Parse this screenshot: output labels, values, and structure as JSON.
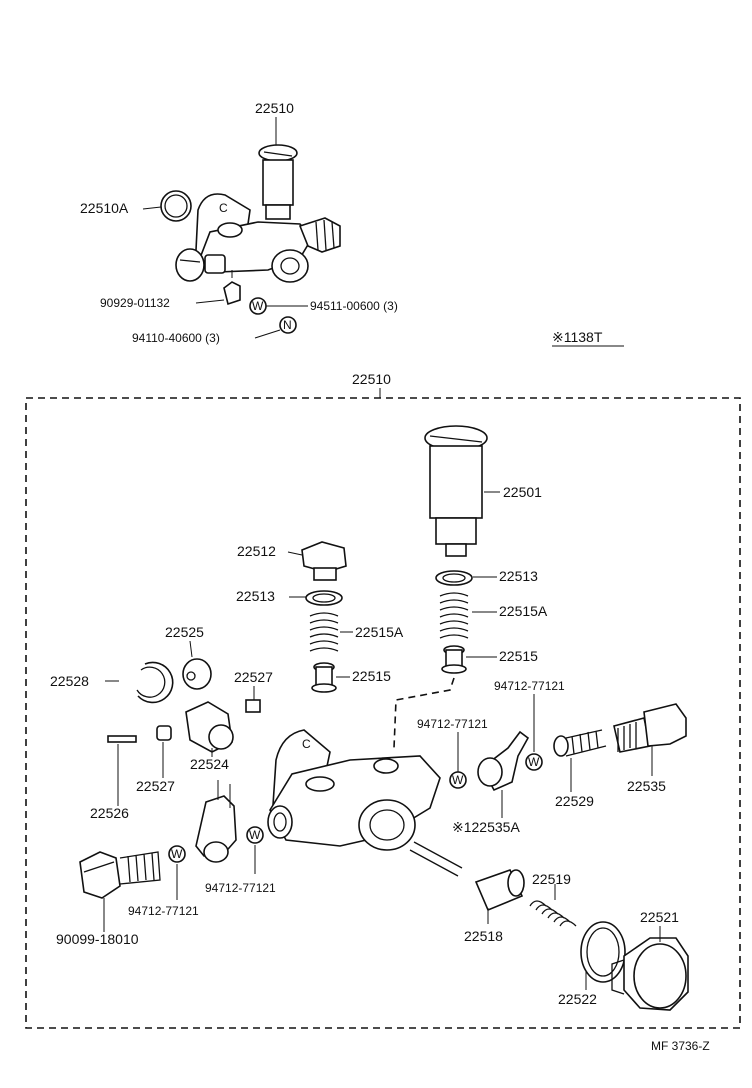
{
  "labels": {
    "top_assembly": "22510",
    "o_ring_top": "22510A",
    "clip_top": "90929-01132",
    "washer_top": "94511-00600 (3)",
    "nut_top": "94110-40600 (3)",
    "note_top": "※1138T",
    "box_title": "22510",
    "priming_pump": "22501",
    "plug": "22512",
    "gasket_left": "22513",
    "gasket_right": "22513",
    "spring_left": "22515A",
    "spring_right": "22515A",
    "valve_left": "22515",
    "valve_right": "22515",
    "roller": "22525",
    "snap_ring": "22528",
    "pin_upper": "22527",
    "pin_lower": "22527",
    "tappet": "22524",
    "shaft_pin": "22526",
    "gasket_a": "94712-77121",
    "gasket_b": "94712-77121",
    "gasket_c": "94712-77121",
    "gasket_d": "94712-77121",
    "union": "※122535A",
    "strainer": "22529",
    "union_bolt_right": "22535",
    "bolt_left": "90099-18010",
    "pin_piston": "22518",
    "spring_piston": "22519",
    "plug_piston": "22521",
    "gasket_plug": "22522",
    "washer_symbol": "W",
    "nut_symbol": "N",
    "code": "MF  3736-Z"
  }
}
